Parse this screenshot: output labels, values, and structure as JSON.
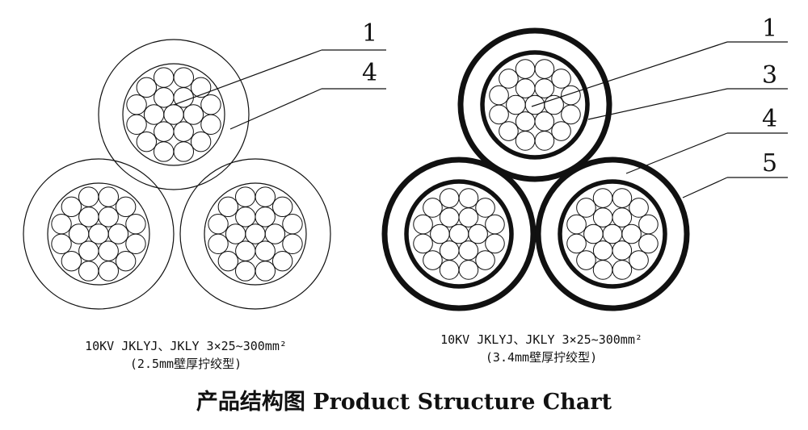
{
  "left_panel": {
    "callouts": [
      "1",
      "4"
    ],
    "spec_line": "10KV JKLYJ、JKLY  3×25~300mm²",
    "note_line": "(2.5mm壁厚拧绞型)"
  },
  "right_panel": {
    "callouts": [
      "1",
      "3",
      "4",
      "5"
    ],
    "spec_line": "10KV JKLYJ、JKLY  3×25~300mm²",
    "note_line": "(3.4mm壁厚拧绞型)"
  },
  "title": "产品结构图  Product Structure Chart",
  "colors": {
    "line": "#111111",
    "background": "#ffffff"
  }
}
